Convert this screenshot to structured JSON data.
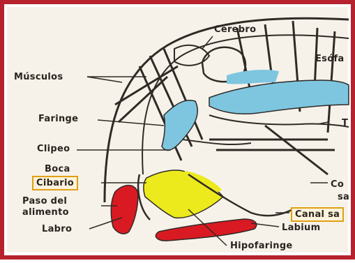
{
  "labels": {
    "cerebro": "Cerebro",
    "esofago": "Esófa",
    "musculos": "Músculos",
    "faringe": "Faringe",
    "clipeo": "Clipeo",
    "boca": "Boca",
    "cibario": "Cibario",
    "paso_del": "Paso del",
    "alimento": "alimento",
    "labro": "Labro",
    "hipofaringe": "Hipofaringe",
    "labium": "Labium",
    "canal": "Canal sa",
    "co_top": "Co",
    "co_bottom": "sa",
    "t_label": "T"
  },
  "colors": {
    "frame": "#b6222e",
    "paper": "#f4efe4",
    "ink": "#2f2a26",
    "blue": "#7ec6e0",
    "yellow": "#ecea1c",
    "red": "#d91a22",
    "box_border": "#e0a010"
  }
}
